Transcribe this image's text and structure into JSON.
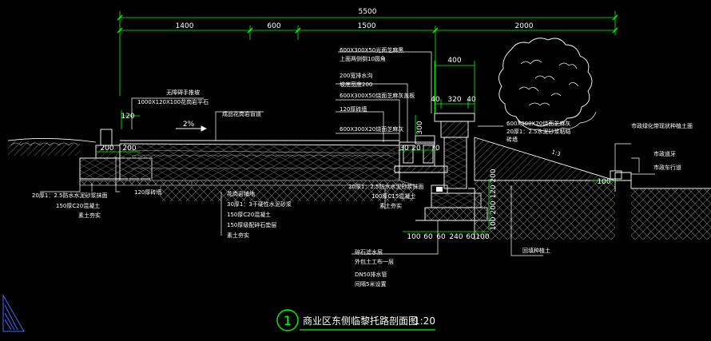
{
  "top_dimensions": {
    "overall": "5500",
    "segments": [
      "1400",
      "600",
      "1500",
      "2000"
    ]
  },
  "detail_dimensions": {
    "d400": "400",
    "d40a": "40",
    "d320": "320",
    "d40b": "40",
    "d120": "120",
    "d200a": "200",
    "d200b": "200",
    "d30": "30",
    "d20": "20",
    "d70": "70",
    "d300": "300",
    "slope": "2%",
    "ratio": "1:3",
    "right100": "100",
    "vertical_stack": "100 200 120 200",
    "bottom": [
      "100",
      "60",
      "60",
      "240",
      "60",
      "100"
    ]
  },
  "annotations": {
    "handrail_a": "无障碍手推坡",
    "handrail_b": "1000X120X100花岗岩平石",
    "curb_a": "600X300X50光面芝麻黑",
    "curb_b": "上面两侧倒10圆角",
    "gutter_a": "200宽排水沟",
    "gutter_b": "坡底宽度200",
    "top_plate": "600X300X50烧面芝麻灰盖板",
    "brick120": "120厚砖墙",
    "stone20": "600X300X20烧面芝麻灰",
    "precast": "成品花岗岩盲道",
    "wall_right_a": "600X300X20烧面芝麻灰",
    "wall_right_b": "20厚1：2.5水泥砂浆粘结",
    "wall_right_c": "砖墙",
    "left_l1": "20厚1：2.5防水水泥砂浆抹面",
    "left_l2": "150厚C20混凝土",
    "left_l3": "素土夯实",
    "brick120b": "120厚砖墙",
    "mid_l1": "花岗岩铺地",
    "mid_l2": "30厚1：3干硬性水泥砂浆",
    "mid_l3": "150厚C20混凝土",
    "mid_l4": "150厚级配碎石垫层",
    "mid_l5": "素土夯实",
    "cen_l1": "20厚1：2.5防水水泥砂浆抹面",
    "cen_l2": "100厚C15混凝土",
    "cen_l3": "素土夯实",
    "rub_a": "碎石滤水层",
    "rub_b": "外包土工布一层",
    "rub_c": "DN50排水管",
    "rub_d": "间隔5米设置",
    "backfill": "回填种植土",
    "r1": "市政绿化带现状种植土面",
    "r2": "市政道牙",
    "r3": "市政车行道"
  },
  "title": {
    "number": "1",
    "text": "商业区东侧临黎托路剖面图",
    "scale": "1:20"
  },
  "colors": {
    "background": "#000000",
    "dim_line": "#00ff00",
    "outline": "#ffffff",
    "hatch": "#8a8a8a",
    "tree": "#ffffff",
    "title_circle": "#00ff00"
  }
}
